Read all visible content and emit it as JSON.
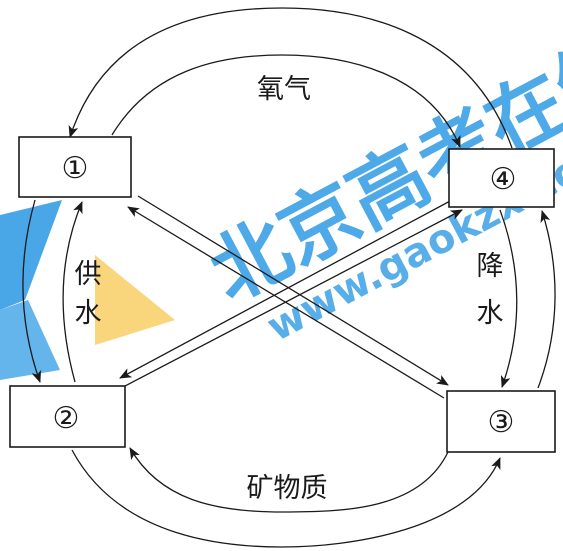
{
  "diagram": {
    "nodes": [
      {
        "id": "n1",
        "label": "①"
      },
      {
        "id": "n2",
        "label": "②"
      },
      {
        "id": "n3",
        "label": "③"
      },
      {
        "id": "n4",
        "label": "④"
      }
    ],
    "flows": {
      "oxygen": "氧气",
      "water_supply": [
        "供",
        "水"
      ],
      "precipitation": [
        "降",
        "水"
      ],
      "minerals": "矿物质"
    }
  },
  "watermark": {
    "brand": "北京高考在线",
    "url": "www.gaokzx.com",
    "colors": {
      "blue": "#3aa0e6",
      "yellow": "#f5c242"
    }
  }
}
